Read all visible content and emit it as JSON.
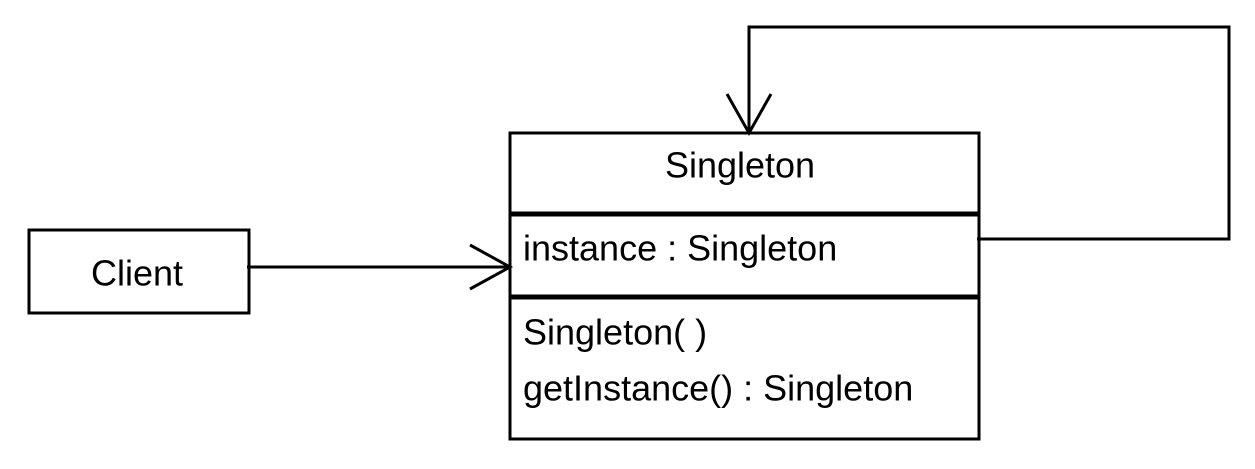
{
  "colors": {
    "line": "#000000",
    "background": "#ffffff"
  },
  "client": {
    "name": "Client"
  },
  "singleton": {
    "name": "Singleton",
    "attributes": [
      "instance : Singleton"
    ],
    "operations": [
      "Singleton( )",
      "getInstance() : Singleton"
    ]
  },
  "relations": [
    {
      "from": "Client",
      "to": "Singleton",
      "type": "association-open-arrow"
    },
    {
      "from": "Singleton",
      "to": "Singleton",
      "type": "self-association-open-arrow"
    }
  ]
}
